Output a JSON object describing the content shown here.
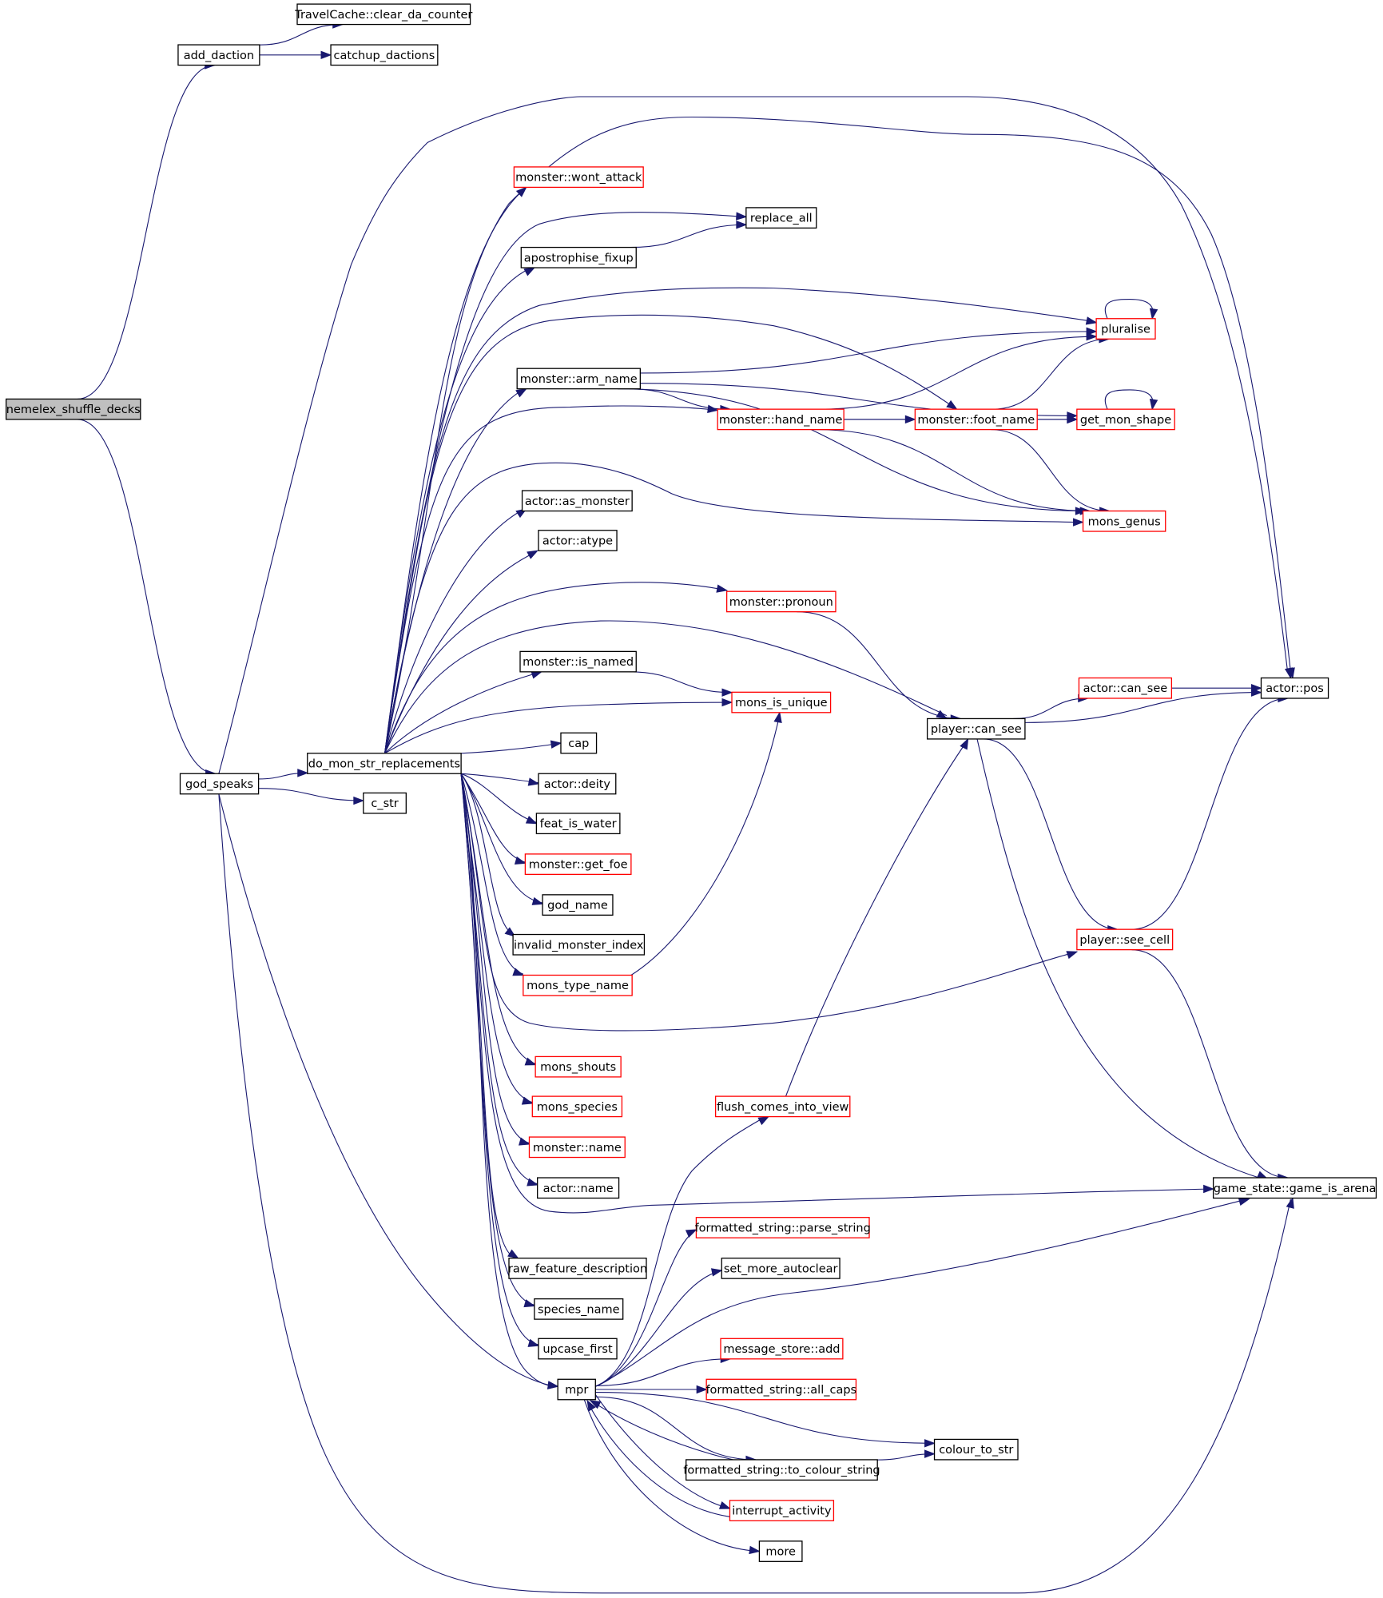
{
  "diagram": {
    "type": "call-graph",
    "colors": {
      "edge": "#191970",
      "root_fill": "#bfbfbf",
      "node_fill": "#ffffff",
      "node_border": "#000000",
      "truncated_border": "#ff0000"
    },
    "nodes": [
      {
        "id": "nemelex_shuffle_decks",
        "label": "nemelex_shuffle_decks",
        "style": "root"
      },
      {
        "id": "add_daction",
        "label": "add_daction",
        "style": "normal"
      },
      {
        "id": "clear_da_counter",
        "label": "TravelCache::clear_da_counter",
        "style": "normal"
      },
      {
        "id": "catchup_dactions",
        "label": "catchup_dactions",
        "style": "normal"
      },
      {
        "id": "god_speaks",
        "label": "god_speaks",
        "style": "normal"
      },
      {
        "id": "do_mon_str_replacements",
        "label": "do_mon_str_replacements",
        "style": "normal"
      },
      {
        "id": "c_str",
        "label": "c_str",
        "style": "normal"
      },
      {
        "id": "wont_attack",
        "label": "monster::wont_attack",
        "style": "truncated"
      },
      {
        "id": "replace_all",
        "label": "replace_all",
        "style": "normal"
      },
      {
        "id": "apostrophise_fixup",
        "label": "apostrophise_fixup",
        "style": "normal"
      },
      {
        "id": "pluralise",
        "label": "pluralise",
        "style": "truncated"
      },
      {
        "id": "arm_name",
        "label": "monster::arm_name",
        "style": "normal"
      },
      {
        "id": "hand_name",
        "label": "monster::hand_name",
        "style": "truncated"
      },
      {
        "id": "foot_name",
        "label": "monster::foot_name",
        "style": "truncated"
      },
      {
        "id": "get_mon_shape",
        "label": "get_mon_shape",
        "style": "truncated"
      },
      {
        "id": "mons_genus",
        "label": "mons_genus",
        "style": "truncated"
      },
      {
        "id": "as_monster",
        "label": "actor::as_monster",
        "style": "normal"
      },
      {
        "id": "atype",
        "label": "actor::atype",
        "style": "normal"
      },
      {
        "id": "pronoun",
        "label": "monster::pronoun",
        "style": "truncated"
      },
      {
        "id": "is_named",
        "label": "monster::is_named",
        "style": "normal"
      },
      {
        "id": "mons_is_unique",
        "label": "mons_is_unique",
        "style": "truncated"
      },
      {
        "id": "actor_can_see",
        "label": "actor::can_see",
        "style": "truncated"
      },
      {
        "id": "actor_pos",
        "label": "actor::pos",
        "style": "normal"
      },
      {
        "id": "player_can_see",
        "label": "player::can_see",
        "style": "normal"
      },
      {
        "id": "cap",
        "label": "cap",
        "style": "normal"
      },
      {
        "id": "deity",
        "label": "actor::deity",
        "style": "normal"
      },
      {
        "id": "feat_is_water",
        "label": "feat_is_water",
        "style": "normal"
      },
      {
        "id": "get_foe",
        "label": "monster::get_foe",
        "style": "truncated"
      },
      {
        "id": "god_name",
        "label": "god_name",
        "style": "normal"
      },
      {
        "id": "invalid_monster_index",
        "label": "invalid_monster_index",
        "style": "normal"
      },
      {
        "id": "mons_type_name",
        "label": "mons_type_name",
        "style": "truncated"
      },
      {
        "id": "see_cell",
        "label": "player::see_cell",
        "style": "truncated"
      },
      {
        "id": "mons_shouts",
        "label": "mons_shouts",
        "style": "truncated"
      },
      {
        "id": "mons_species",
        "label": "mons_species",
        "style": "truncated"
      },
      {
        "id": "monster_name",
        "label": "monster::name",
        "style": "truncated"
      },
      {
        "id": "flush_comes_into_view",
        "label": "flush_comes_into_view",
        "style": "truncated"
      },
      {
        "id": "actor_name",
        "label": "actor::name",
        "style": "normal"
      },
      {
        "id": "game_is_arena",
        "label": "game_state::game_is_arena",
        "style": "normal"
      },
      {
        "id": "parse_string",
        "label": "formatted_string::parse_string",
        "style": "truncated"
      },
      {
        "id": "raw_feature_description",
        "label": "raw_feature_description",
        "style": "normal"
      },
      {
        "id": "set_more_autoclear",
        "label": "set_more_autoclear",
        "style": "normal"
      },
      {
        "id": "species_name",
        "label": "species_name",
        "style": "normal"
      },
      {
        "id": "upcase_first",
        "label": "upcase_first",
        "style": "normal"
      },
      {
        "id": "message_store_add",
        "label": "message_store::add",
        "style": "truncated"
      },
      {
        "id": "mpr",
        "label": "mpr",
        "style": "normal"
      },
      {
        "id": "all_caps",
        "label": "formatted_string::all_caps",
        "style": "truncated"
      },
      {
        "id": "colour_to_str",
        "label": "colour_to_str",
        "style": "normal"
      },
      {
        "id": "to_colour_string",
        "label": "formatted_string::to_colour_string",
        "style": "normal"
      },
      {
        "id": "interrupt_activity",
        "label": "interrupt_activity",
        "style": "truncated"
      },
      {
        "id": "more",
        "label": "more",
        "style": "normal"
      }
    ],
    "edges": [
      {
        "from": "nemelex_shuffle_decks",
        "to": "add_daction"
      },
      {
        "from": "nemelex_shuffle_decks",
        "to": "god_speaks"
      },
      {
        "from": "add_daction",
        "to": "clear_da_counter"
      },
      {
        "from": "add_daction",
        "to": "catchup_dactions"
      },
      {
        "from": "god_speaks",
        "to": "do_mon_str_replacements"
      },
      {
        "from": "god_speaks",
        "to": "c_str"
      },
      {
        "from": "god_speaks",
        "to": "actor_pos"
      },
      {
        "from": "god_speaks",
        "to": "mpr"
      },
      {
        "from": "god_speaks",
        "to": "game_is_arena"
      },
      {
        "from": "do_mon_str_replacements",
        "to": "wont_attack"
      },
      {
        "from": "do_mon_str_replacements",
        "to": "replace_all"
      },
      {
        "from": "do_mon_str_replacements",
        "to": "apostrophise_fixup"
      },
      {
        "from": "do_mon_str_replacements",
        "to": "pluralise"
      },
      {
        "from": "do_mon_str_replacements",
        "to": "arm_name"
      },
      {
        "from": "do_mon_str_replacements",
        "to": "hand_name"
      },
      {
        "from": "do_mon_str_replacements",
        "to": "foot_name"
      },
      {
        "from": "do_mon_str_replacements",
        "to": "mons_genus"
      },
      {
        "from": "do_mon_str_replacements",
        "to": "as_monster"
      },
      {
        "from": "do_mon_str_replacements",
        "to": "atype"
      },
      {
        "from": "do_mon_str_replacements",
        "to": "pronoun"
      },
      {
        "from": "do_mon_str_replacements",
        "to": "is_named"
      },
      {
        "from": "do_mon_str_replacements",
        "to": "mons_is_unique"
      },
      {
        "from": "do_mon_str_replacements",
        "to": "player_can_see"
      },
      {
        "from": "do_mon_str_replacements",
        "to": "actor_pos"
      },
      {
        "from": "do_mon_str_replacements",
        "to": "cap"
      },
      {
        "from": "do_mon_str_replacements",
        "to": "deity"
      },
      {
        "from": "do_mon_str_replacements",
        "to": "feat_is_water"
      },
      {
        "from": "do_mon_str_replacements",
        "to": "get_foe"
      },
      {
        "from": "do_mon_str_replacements",
        "to": "god_name"
      },
      {
        "from": "do_mon_str_replacements",
        "to": "invalid_monster_index"
      },
      {
        "from": "do_mon_str_replacements",
        "to": "mons_type_name"
      },
      {
        "from": "do_mon_str_replacements",
        "to": "see_cell"
      },
      {
        "from": "do_mon_str_replacements",
        "to": "mons_shouts"
      },
      {
        "from": "do_mon_str_replacements",
        "to": "mons_species"
      },
      {
        "from": "do_mon_str_replacements",
        "to": "monster_name"
      },
      {
        "from": "do_mon_str_replacements",
        "to": "actor_name"
      },
      {
        "from": "do_mon_str_replacements",
        "to": "game_is_arena"
      },
      {
        "from": "do_mon_str_replacements",
        "to": "raw_feature_description"
      },
      {
        "from": "do_mon_str_replacements",
        "to": "species_name"
      },
      {
        "from": "do_mon_str_replacements",
        "to": "upcase_first"
      },
      {
        "from": "do_mon_str_replacements",
        "to": "mpr"
      },
      {
        "from": "apostrophise_fixup",
        "to": "replace_all"
      },
      {
        "from": "pluralise",
        "to": "pluralise"
      },
      {
        "from": "arm_name",
        "to": "pluralise"
      },
      {
        "from": "arm_name",
        "to": "hand_name"
      },
      {
        "from": "arm_name",
        "to": "get_mon_shape"
      },
      {
        "from": "arm_name",
        "to": "mons_genus"
      },
      {
        "from": "hand_name",
        "to": "pluralise"
      },
      {
        "from": "hand_name",
        "to": "foot_name"
      },
      {
        "from": "hand_name",
        "to": "get_mon_shape"
      },
      {
        "from": "hand_name",
        "to": "mons_genus"
      },
      {
        "from": "foot_name",
        "to": "pluralise"
      },
      {
        "from": "foot_name",
        "to": "get_mon_shape"
      },
      {
        "from": "foot_name",
        "to": "mons_genus"
      },
      {
        "from": "get_mon_shape",
        "to": "get_mon_shape"
      },
      {
        "from": "pronoun",
        "to": "player_can_see"
      },
      {
        "from": "is_named",
        "to": "mons_is_unique"
      },
      {
        "from": "mons_type_name",
        "to": "mons_is_unique"
      },
      {
        "from": "player_can_see",
        "to": "actor_can_see"
      },
      {
        "from": "player_can_see",
        "to": "actor_pos"
      },
      {
        "from": "player_can_see",
        "to": "see_cell"
      },
      {
        "from": "player_can_see",
        "to": "game_is_arena"
      },
      {
        "from": "actor_can_see",
        "to": "actor_pos"
      },
      {
        "from": "see_cell",
        "to": "actor_pos"
      },
      {
        "from": "see_cell",
        "to": "game_is_arena"
      },
      {
        "from": "flush_comes_into_view",
        "to": "player_can_see"
      },
      {
        "from": "mpr",
        "to": "flush_comes_into_view"
      },
      {
        "from": "mpr",
        "to": "parse_string"
      },
      {
        "from": "mpr",
        "to": "set_more_autoclear"
      },
      {
        "from": "mpr",
        "to": "game_is_arena"
      },
      {
        "from": "mpr",
        "to": "message_store_add"
      },
      {
        "from": "mpr",
        "to": "all_caps"
      },
      {
        "from": "mpr",
        "to": "colour_to_str"
      },
      {
        "from": "mpr",
        "to": "to_colour_string"
      },
      {
        "from": "mpr",
        "to": "interrupt_activity"
      },
      {
        "from": "mpr",
        "to": "more"
      },
      {
        "from": "to_colour_string",
        "to": "colour_to_str"
      },
      {
        "from": "to_colour_string",
        "to": "mpr"
      },
      {
        "from": "interrupt_activity",
        "to": "mpr"
      }
    ]
  }
}
